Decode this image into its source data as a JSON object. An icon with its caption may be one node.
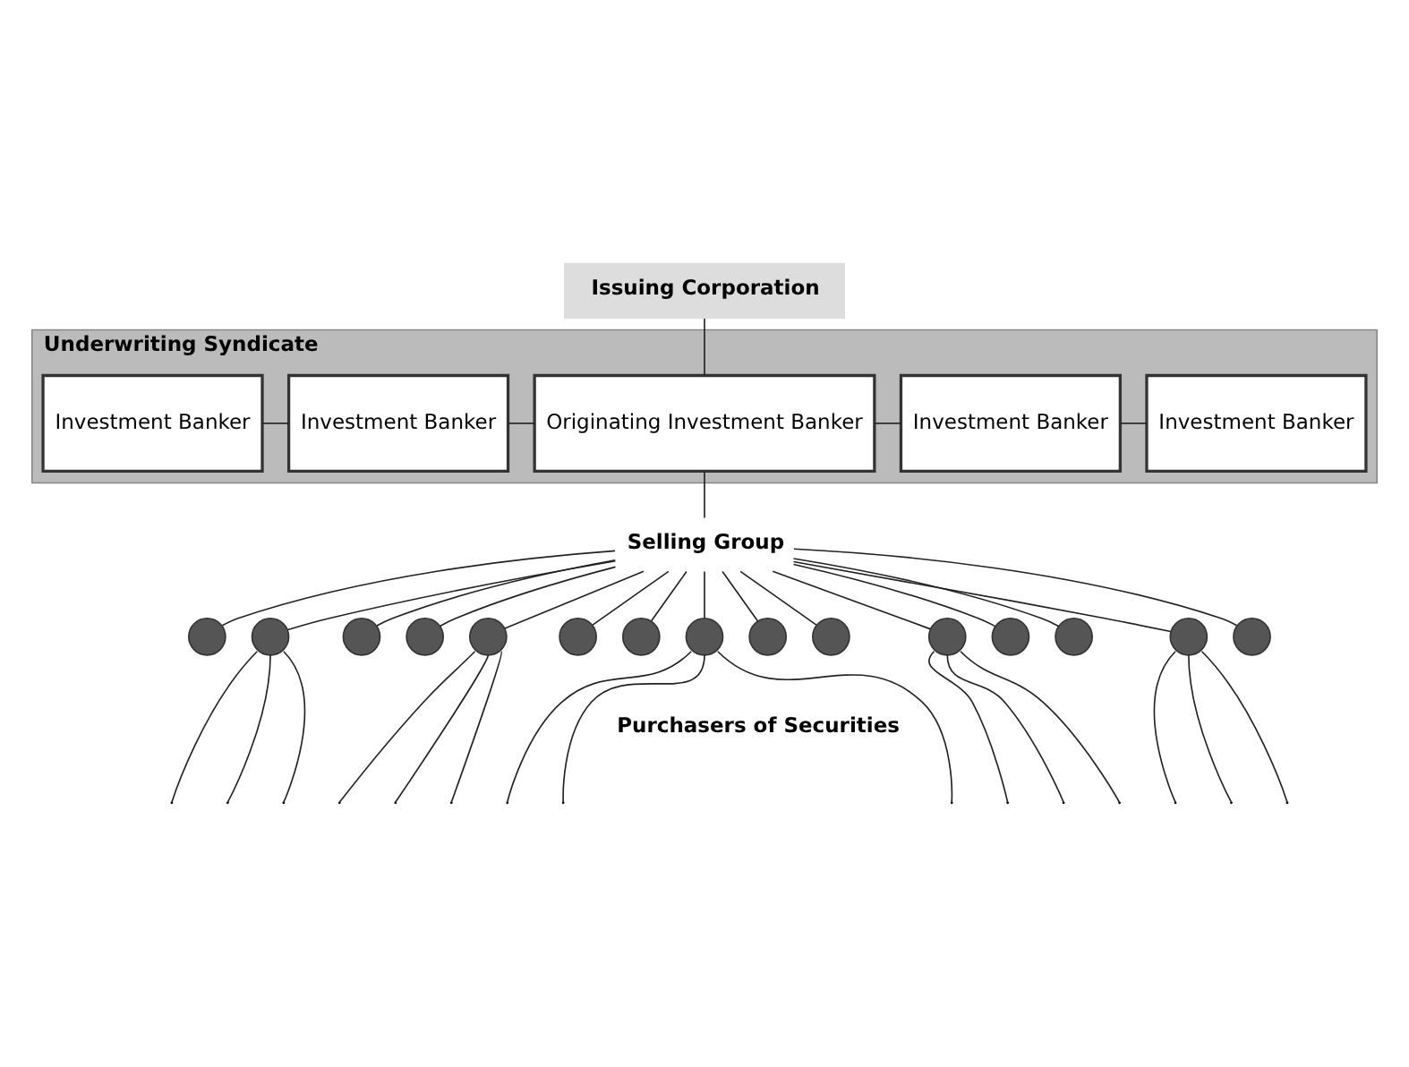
{
  "diagram": {
    "nodes": [
      {
        "text": [
          "Issuing Corporation"
        ]
      },
      {
        "text": [
          "Underwriting Syndicate"
        ]
      },
      {
        "text": [
          "Investment Banker"
        ],
        "in": 1
      },
      {
        "text": [
          "Investment Banker"
        ],
        "in": 1
      },
      {
        "text": [
          "Originating Investment Banker"
        ],
        "in": 1
      },
      {
        "text": [
          "Investment Banker"
        ],
        "in": 1
      },
      {
        "text": [
          "Investment Banker"
        ],
        "in": 1
      },
      {
        "text": [
          "Selling Group"
        ]
      },
      {
        "text": [],
        "shape": "circle"
      },
      {
        "text": [],
        "shape": "circle"
      },
      {
        "text": [],
        "shape": "circle"
      },
      {
        "text": [],
        "shape": "circle"
      },
      {
        "text": [],
        "shape": "circle"
      },
      {
        "text": [],
        "shape": "circle"
      },
      {
        "text": [],
        "shape": "circle"
      },
      {
        "text": [],
        "shape": "circle"
      },
      {
        "text": [],
        "shape": "circle"
      },
      {
        "text": [],
        "shape": "circle"
      },
      {
        "text": [],
        "shape": "circle"
      },
      {
        "text": [],
        "shape": "circle"
      },
      {
        "text": [],
        "shape": "circle"
      },
      {
        "text": [],
        "shape": "circle"
      },
      {
        "text": [],
        "shape": "circle"
      }
    ],
    "edges": [
      {
        "from": 0,
        "to": 4,
        "arrow": "none"
      },
      {
        "from": 2,
        "to": 3,
        "arrow": "none"
      },
      {
        "from": 3,
        "to": 4,
        "arrow": "none"
      },
      {
        "from": 4,
        "to": 5,
        "arrow": "none"
      },
      {
        "from": 5,
        "to": 6,
        "arrow": "none"
      },
      {
        "from": 4,
        "to": 7,
        "arrow": "none"
      },
      {
        "from": 7,
        "to": 8,
        "arrow": "none"
      },
      {
        "from": 7,
        "to": 9,
        "arrow": "none"
      },
      {
        "from": 7,
        "to": 10,
        "arrow": "none"
      },
      {
        "from": 7,
        "to": 11,
        "arrow": "none"
      },
      {
        "from": 7,
        "to": 12,
        "arrow": "none"
      },
      {
        "from": 7,
        "to": 13,
        "arrow": "none"
      },
      {
        "from": 7,
        "to": 14,
        "arrow": "none"
      },
      {
        "from": 7,
        "to": 15,
        "arrow": "none"
      },
      {
        "from": 7,
        "to": 16,
        "arrow": "none"
      },
      {
        "from": 7,
        "to": 17,
        "arrow": "none"
      },
      {
        "from": 7,
        "to": 18,
        "arrow": "none"
      },
      {
        "from": 7,
        "to": 19,
        "arrow": "none"
      },
      {
        "from": 7,
        "to": 20,
        "arrow": "none"
      },
      {
        "from": 7,
        "to": 21,
        "arrow": "none"
      },
      {
        "from": 7,
        "to": 22,
        "arrow": "none"
      },
      {
        "from": 9,
        "to": null,
        "arrow": "none"
      },
      {
        "from": 9,
        "to": null,
        "arrow": "none"
      },
      {
        "from": 9,
        "to": null,
        "arrow": "none"
      },
      {
        "from": 12,
        "to": null,
        "arrow": "none"
      },
      {
        "from": 12,
        "to": null,
        "arrow": "none"
      },
      {
        "from": 12,
        "to": null,
        "arrow": "none"
      },
      {
        "from": 15,
        "to": null,
        "arrow": "none"
      },
      {
        "from": 15,
        "to": null,
        "arrow": "none"
      },
      {
        "from": 15,
        "to": null,
        "arrow": "none"
      },
      {
        "from": 18,
        "to": null,
        "arrow": "none"
      },
      {
        "from": 18,
        "to": null,
        "arrow": "none"
      },
      {
        "from": 18,
        "to": null,
        "arrow": "none"
      },
      {
        "from": 21,
        "to": null,
        "arrow": "none"
      },
      {
        "from": 21,
        "to": null,
        "arrow": "none"
      },
      {
        "from": 21,
        "to": null,
        "arrow": "none"
      }
    ],
    "labels": [
      "Purchasers of Securities"
    ]
  }
}
